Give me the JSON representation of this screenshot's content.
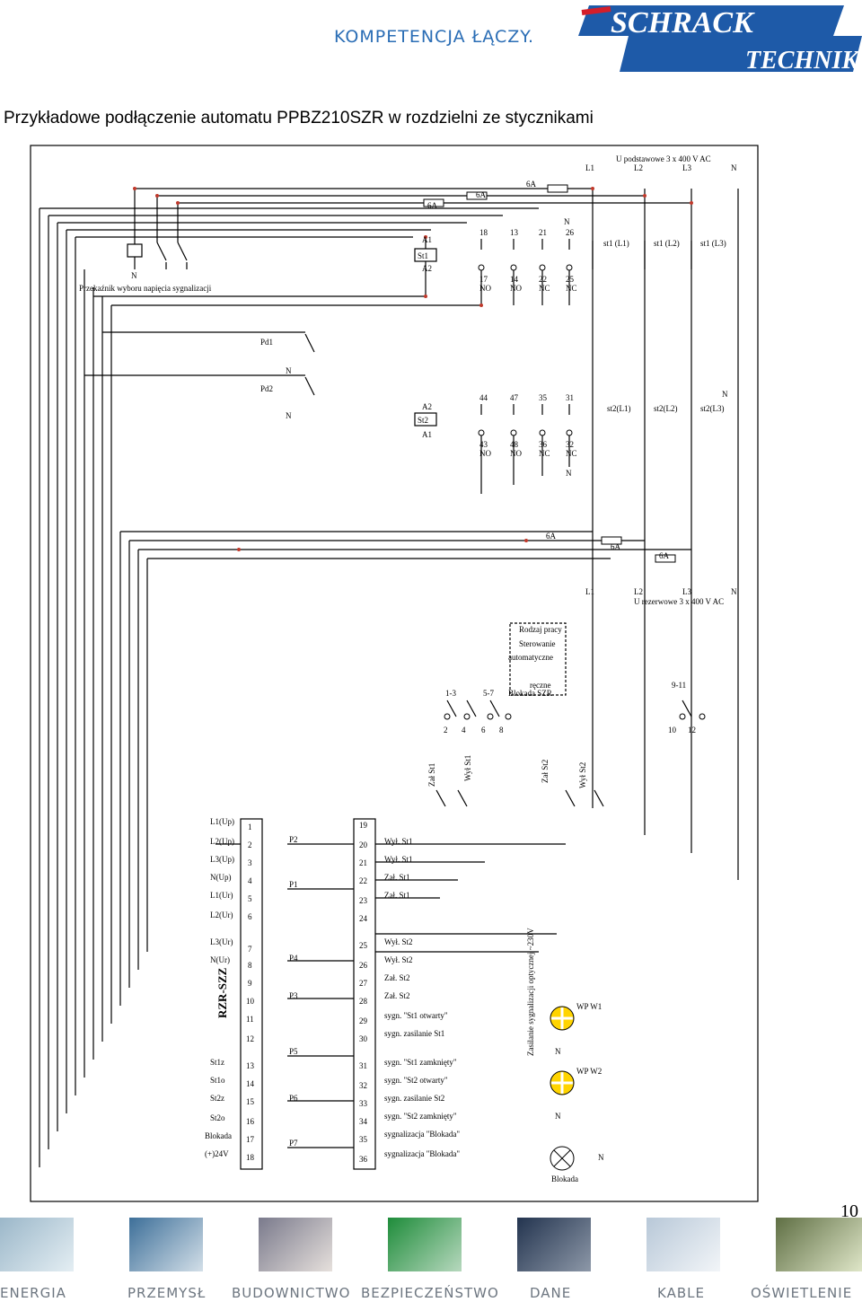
{
  "header": {
    "tagline": "KOMPETENCJA ŁĄCZY.",
    "logo_line1": "SCHRACK",
    "logo_line2": "TECHNIK",
    "brand_color": "#1e5aa8",
    "accent_red": "#d41e2a"
  },
  "title": "Przykładowe podłączenie automatu PPBZ210SZR w rozdzielni ze stycznikami",
  "page_number": "10",
  "diagram": {
    "supply_main": {
      "label": "U podstawowe 3 x 400 V AC",
      "phases": [
        "L1",
        "L2",
        "L3",
        "N"
      ]
    },
    "supply_reserve": {
      "label": "U rezerwowe 3 x 400 V AC",
      "phases": [
        "L1",
        "L2",
        "L3",
        "N"
      ]
    },
    "fuses_top": [
      "6A",
      "6A",
      "6A"
    ],
    "fuses_mid": [
      "6A",
      "6A",
      "6A"
    ],
    "relay_select_label": "Przekaźnik wyboru napięcia sygnalizacji",
    "n": "N",
    "st1": {
      "name": "St1",
      "a1": "A1",
      "a2": "A2",
      "top_terms": [
        "18",
        "13",
        "21",
        "26"
      ],
      "bottom_terms": [
        "17",
        "14",
        "22",
        "25"
      ],
      "types": [
        "NO",
        "NO",
        "NC",
        "NC"
      ],
      "main_contacts": [
        "st1 (L1)",
        "st1 (L2)",
        "st1 (L3)"
      ]
    },
    "st2": {
      "name": "St2",
      "a2": "A2",
      "a1": "A1",
      "top_terms": [
        "44",
        "47",
        "35",
        "31"
      ],
      "bottom_terms": [
        "43",
        "48",
        "36",
        "32"
      ],
      "types": [
        "NO",
        "NO",
        "NC",
        "NC"
      ],
      "main_contacts": [
        "st2(L1)",
        "st2(L2)",
        "st2(L3)"
      ]
    },
    "pd1": "Pd1",
    "pd2": "Pd2",
    "mode_switch": {
      "title_lines": [
        "Rodzaj pracy",
        "Sterowanie",
        "automatyczne"
      ],
      "manual_lines": [
        "ręczne",
        "Blokada SZR"
      ],
      "groups": [
        "1-3",
        "5-7",
        "9-11"
      ],
      "terminals": [
        "2",
        "4",
        "6",
        "8",
        "10",
        "12"
      ]
    },
    "push_buttons": [
      "Zał St1",
      "Wył St1",
      "Zał St2",
      "Wył St2"
    ],
    "device_label": "RZR-SZZ",
    "left_labels": [
      "L1(Up)",
      "L2(Up)",
      "L3(Up)",
      "N(Up)",
      "L1(Ur)",
      "L2(Ur)",
      "L3(Ur)",
      "N(Ur)",
      "St1z",
      "St1o",
      "St2z",
      "St2o",
      "Blokada",
      "(+)24V"
    ],
    "left_terminals": [
      "1",
      "2",
      "3",
      "4",
      "5",
      "6",
      "7",
      "8",
      "9",
      "10",
      "11",
      "12",
      "13",
      "14",
      "15",
      "16",
      "17",
      "18"
    ],
    "relays": [
      "P2",
      "P1",
      "P4",
      "P3",
      "P5",
      "P6",
      "P7"
    ],
    "right_terminals": [
      "19",
      "20",
      "21",
      "22",
      "23",
      "24",
      "25",
      "26",
      "27",
      "28",
      "29",
      "30",
      "31",
      "32",
      "33",
      "34",
      "35",
      "36"
    ],
    "right_labels": [
      "Wył. St1",
      "Wył. St1",
      "Zał. St1",
      "Zał. St1",
      "Wył. St2",
      "Wył. St2",
      "Zał. St2",
      "Zał. St2",
      "sygn. \"St1 otwarty\"",
      "sygn. zasilanie St1",
      "sygn. \"St1 zamknięty\"",
      "sygn. \"St2 otwarty\"",
      "sygn. zasilanie St2",
      "sygn. \"St2 zamknięty\"",
      "sygnalizacja \"Blokada\"",
      "sygnalizacja \"Blokada\""
    ],
    "power_label": "Zasilanie sygnalizacji optycznej ~230V",
    "lamps": [
      "WP W1",
      "WP W2",
      "Blokada"
    ]
  },
  "footer": {
    "categories": [
      "ENERGIA",
      "PRZEMYSŁ",
      "BUDOWNICTWO",
      "BEZPIECZEŃSTWO",
      "DANE",
      "KABLE",
      "OŚWIETLENIE"
    ]
  }
}
